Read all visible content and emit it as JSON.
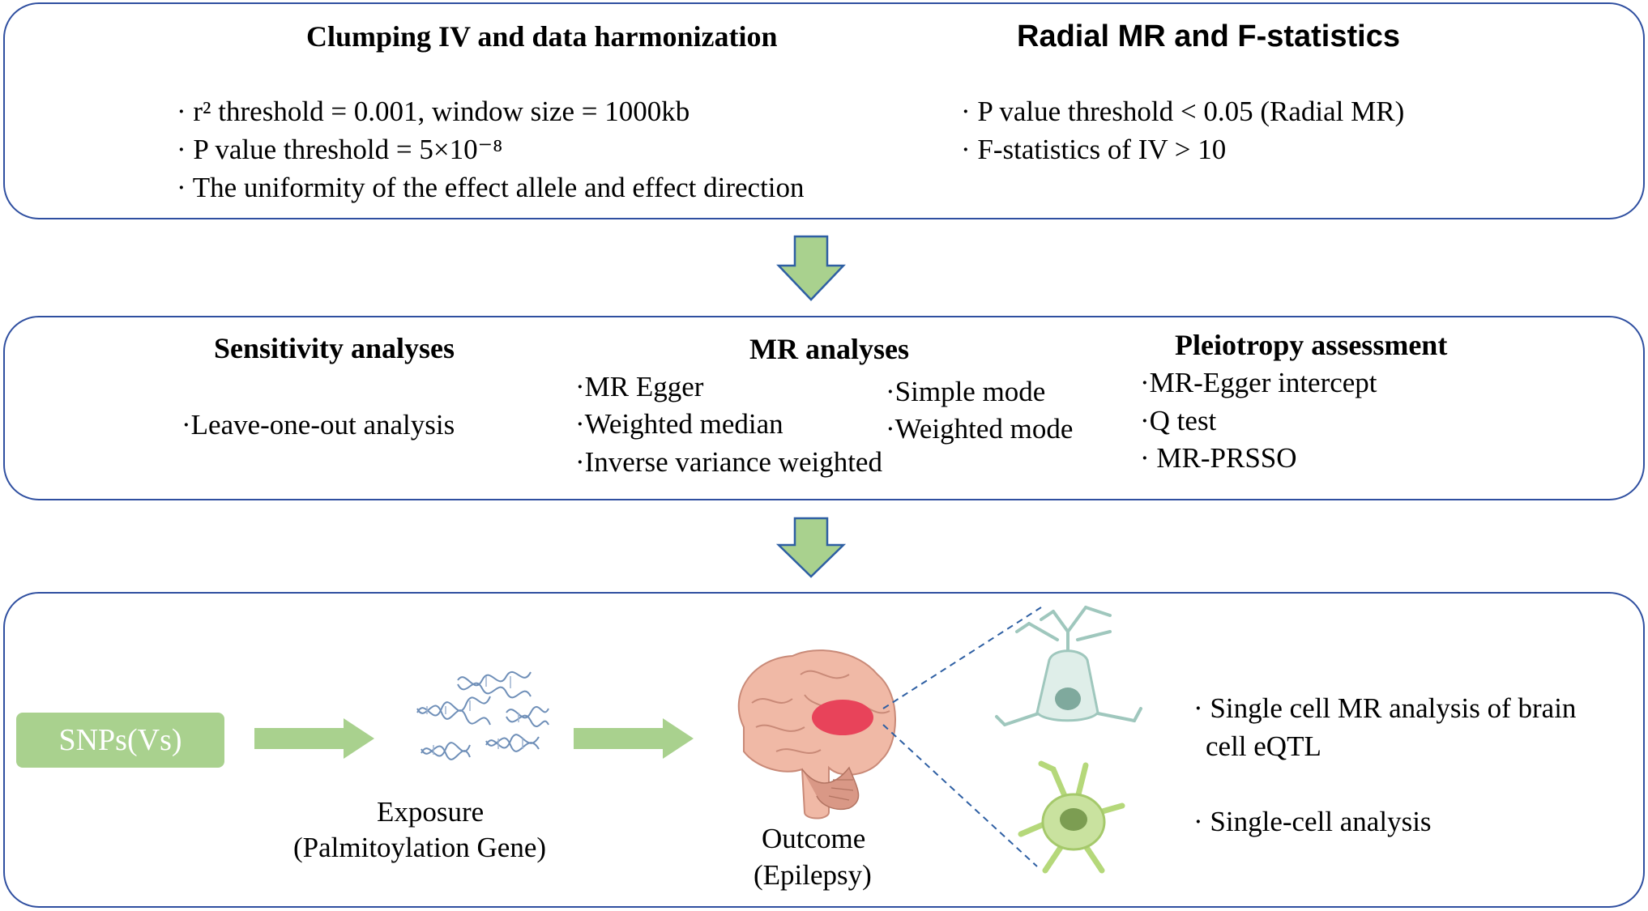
{
  "panel1": {
    "left_title": "Clumping IV and data harmonization",
    "left_items": [
      "· r² threshold = 0.001, window size = 1000kb",
      "· P value threshold = 5×10⁻⁸",
      "· The uniformity of the effect allele and effect direction"
    ],
    "right_title": "Radial MR  and F-statistics",
    "right_items": [
      "· P value threshold < 0.05 (Radial MR)",
      "· F-statistics of IV > 10"
    ]
  },
  "panel2": {
    "sensitivity_title": "Sensitivity analyses",
    "sensitivity_items": [
      "·Leave-one-out analysis"
    ],
    "mr_title": "MR analyses",
    "mr_items_left": [
      "·MR Egger",
      "·Weighted median",
      "·Inverse variance weighted"
    ],
    "mr_items_right": [
      "·Simple mode",
      "·Weighted mode"
    ],
    "pleio_title": "Pleiotropy assessment",
    "pleio_items": [
      "·MR-Egger intercept",
      "·Q test",
      "· MR-PRSSO"
    ]
  },
  "panel3": {
    "snps_label": "SNPs(Vs)",
    "exposure_line1": "Exposure",
    "exposure_line2": "(Palmitoylation Gene)",
    "outcome_line1": "Outcome",
    "outcome_line2": "(Epilepsy)",
    "right_item1_line1": "· Single cell MR analysis of brain",
    "right_item1_line2": "cell eQTL",
    "right_item2": "· Single-cell analysis"
  },
  "colors": {
    "panel_border": "#2f4fa0",
    "arrow_green": "#a9d18e",
    "arrow_outline": "#2e5fa3",
    "lesion_red": "#e8435a",
    "neuron_fill": "#dfeee9",
    "glia_fill": "#c9e29f"
  }
}
